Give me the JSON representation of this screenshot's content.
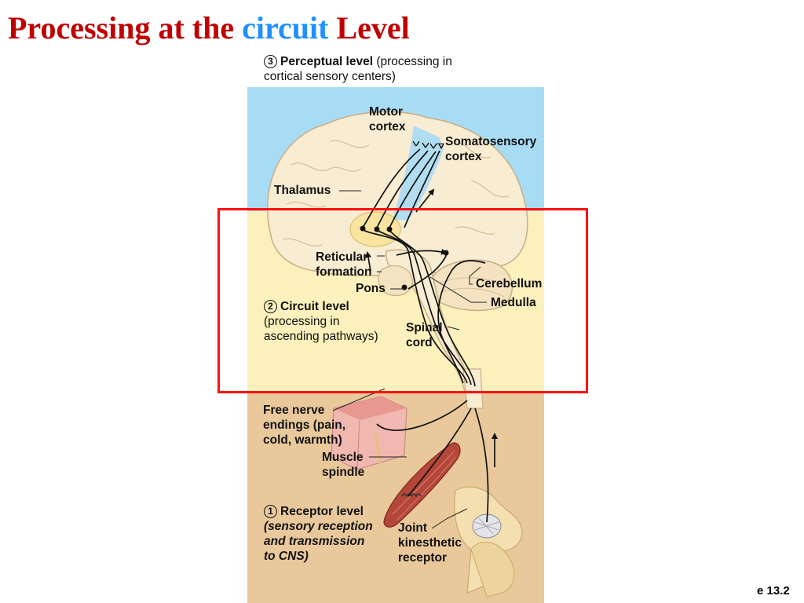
{
  "title": {
    "part1": "Processing at the",
    "highlight": "circuit",
    "part2": "Level",
    "colors": {
      "main": "#c00000",
      "highlight": "#1e90ff"
    }
  },
  "levels": {
    "perceptual": {
      "num": "3",
      "head": "Perceptual level",
      "desc_line1": "(processing in",
      "desc_line2": "cortical sensory centers)"
    },
    "circuit": {
      "num": "2",
      "head": "Circuit level",
      "desc_line1": "(processing in",
      "desc_line2": "ascending pathways)"
    },
    "receptor": {
      "num": "1",
      "head": "Receptor level",
      "desc_line1": "(sensory reception",
      "desc_line2": "and transmission",
      "desc_line3": "to CNS)"
    }
  },
  "labels": {
    "motor_cortex": [
      "Motor",
      "cortex"
    ],
    "somatosensory_cortex": [
      "Somatosensory",
      "cortex"
    ],
    "thalamus": "Thalamus",
    "reticular_formation": [
      "Reticular",
      "formation"
    ],
    "pons": "Pons",
    "cerebellum": "Cerebellum",
    "medulla": "Medulla",
    "spinal_cord": [
      "Spinal",
      "cord"
    ],
    "free_nerve_endings": [
      "Free nerve",
      "endings (pain,",
      "cold, warmth)"
    ],
    "muscle_spindle": [
      "Muscle",
      "spindle"
    ],
    "joint_receptor": [
      "Joint",
      "kinesthetic",
      "receptor"
    ]
  },
  "figure_id": "e 13.2",
  "colors": {
    "sky": "#a8dcf4",
    "yellow": "#fcf0bc",
    "tan": "#e9c99c",
    "highlight_box": "#ff1010"
  }
}
